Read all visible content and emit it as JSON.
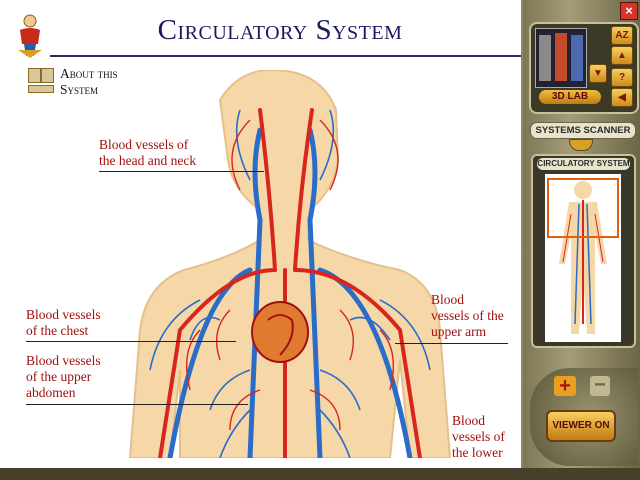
{
  "header": {
    "title": "Circulatory System"
  },
  "about": {
    "label_line1": "About this",
    "label_line2": "System"
  },
  "labels": {
    "head_neck_line1": "Blood vessels of",
    "head_neck_line2": "the head and neck",
    "chest_line1": "Blood vessels",
    "chest_line2": "of the chest",
    "upper_abdomen_line1": "Blood vessels",
    "upper_abdomen_line2": "of the upper",
    "upper_abdomen_line3": "abdomen",
    "upper_arm_line1": "Blood",
    "upper_arm_line2": "vessels of the",
    "upper_arm_line3": "upper arm",
    "lower_line1": "Blood",
    "lower_line2": "vessels of",
    "lower_line3": "the lower"
  },
  "sidebar": {
    "lab_button": "3D LAB",
    "sort_button": "AZ",
    "nav_up": "▲",
    "nav_down": "▼",
    "help_button": "?",
    "back_button": "◀",
    "scanner_label": "SYSTEMS SCANNER",
    "scanner_title": "CIRCULATORY SYSTEM",
    "zoom_in": "+",
    "zoom_out": "−",
    "viewer_button": "VIEWER ON",
    "close_button": "×"
  },
  "colors": {
    "artery": "#d8261c",
    "vein": "#2a6cc8",
    "skin": "#f6d7a8",
    "title": "#1a1a5e",
    "label": "#a01010"
  }
}
